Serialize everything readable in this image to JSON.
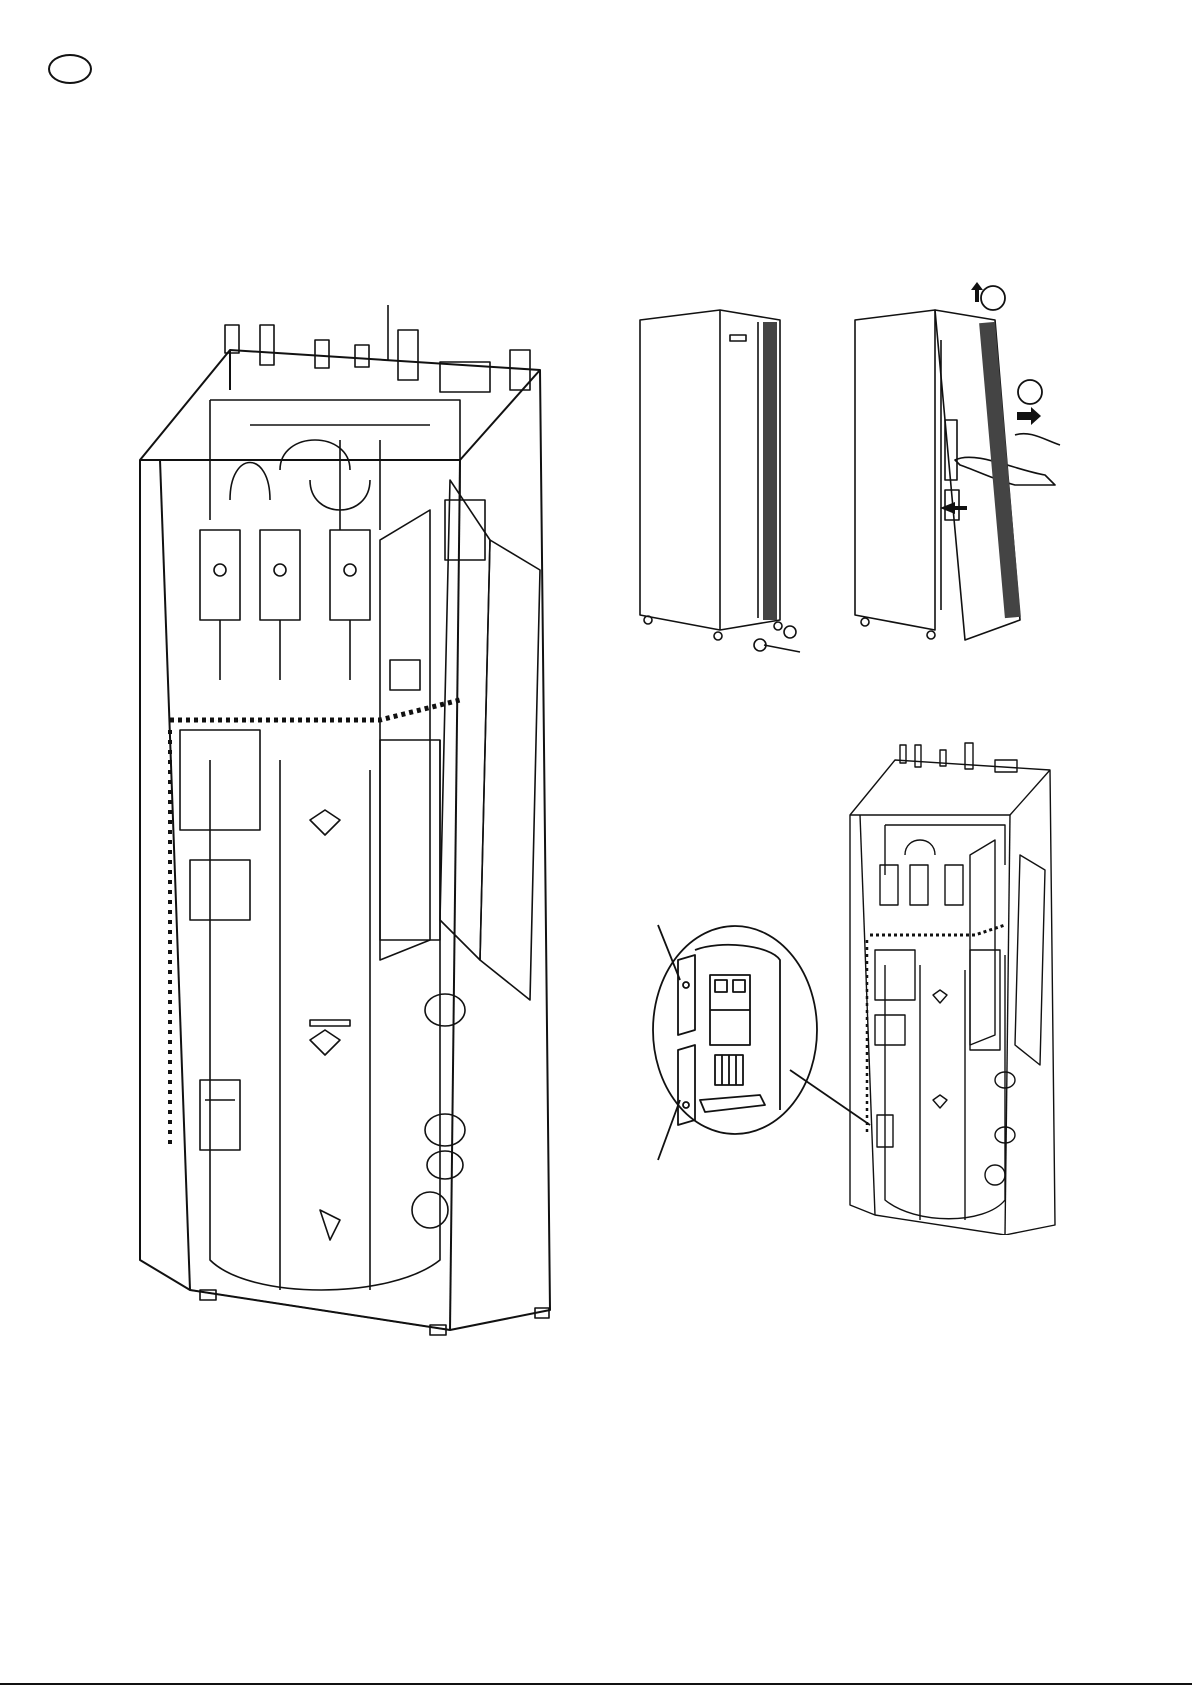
{
  "page": {
    "background": "#ffffff",
    "ink": "#111111"
  },
  "figures": {
    "main_unit": {
      "icon": "heat-pump-unit-open-front"
    },
    "cabinet_closed": {
      "icon": "cabinet-closed"
    },
    "cabinet_panel_removal": {
      "icon": "cabinet-front-panel-removal",
      "step_markers": [
        {
          "icon": "arrow-up-icon"
        },
        {
          "icon": "arrow-right-icon"
        }
      ]
    },
    "detail_callout": {
      "icon": "circuit-breaker-detail"
    },
    "small_unit": {
      "icon": "heat-pump-unit-small"
    }
  }
}
